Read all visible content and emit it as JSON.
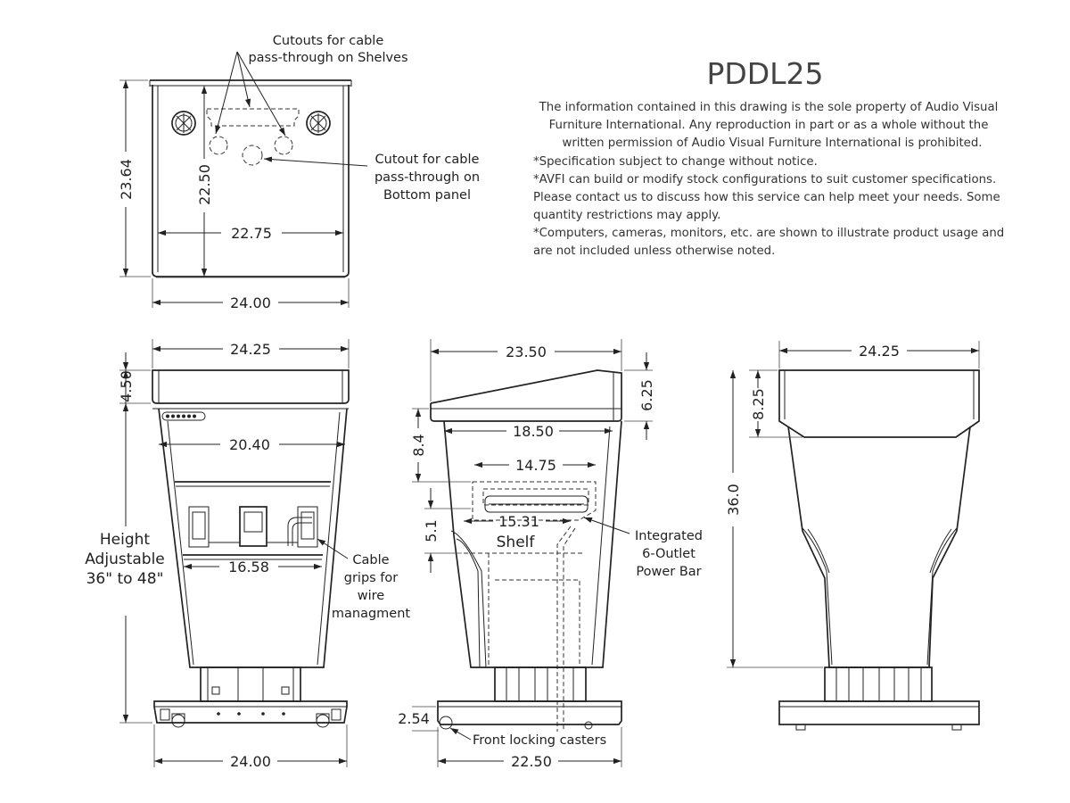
{
  "title": "PDDL25",
  "info_lines": [
    "The information contained in this drawing is the sole property of Audio Visual",
    "Furniture International. Any reproduction in part or as a whole without the",
    "written permission of Audio Visual Furniture International is prohibited.",
    "*Specification subject to change without notice.",
    "*AVFI can build or modify stock configurations to suit customer specifications.",
    "Please contact us to discuss how this service can help meet your needs. Some",
    "quantity restrictions may apply.",
    "*Computers, cameras, monitors, etc. are shown to illustrate product usage and",
    "are not included unless otherwise noted."
  ],
  "top_view": {
    "dims": {
      "height": "23.64",
      "inner_depth": "22.50",
      "inner_width": "22.75",
      "width": "24.00"
    },
    "label_shelves": [
      "Cutouts for cable",
      "pass-through on Shelves"
    ],
    "label_bottom": [
      "Cutout for cable",
      "pass-through on",
      "Bottom panel"
    ]
  },
  "front_view": {
    "dims": {
      "top_width": "24.25",
      "top_height": "4.50",
      "inner_width": "20.40",
      "lower_width": "16.58",
      "base_width": "24.00"
    },
    "label_height": [
      "Height",
      "Adjustable",
      "36\" to 48\""
    ],
    "label_cable_grips": [
      "Cable",
      "grips for",
      "wire",
      "managment"
    ]
  },
  "side_view": {
    "dims": {
      "top_width": "23.50",
      "front_height": "6.25",
      "shelf_gap": "8.4",
      "top_inner": "18.50",
      "shelf_width": "14.75",
      "shelf_depth": "15.31",
      "shelf_height": "5.1",
      "base_height": "2.54",
      "base_width": "22.50"
    },
    "shelf_label": "Shelf",
    "label_power": [
      "Integrated",
      "6-Outlet",
      "Power Bar"
    ],
    "label_casters": "Front locking casters"
  },
  "back_view": {
    "dims": {
      "top_width": "24.25",
      "top_height": "8.25",
      "total_height": "36.0"
    }
  }
}
